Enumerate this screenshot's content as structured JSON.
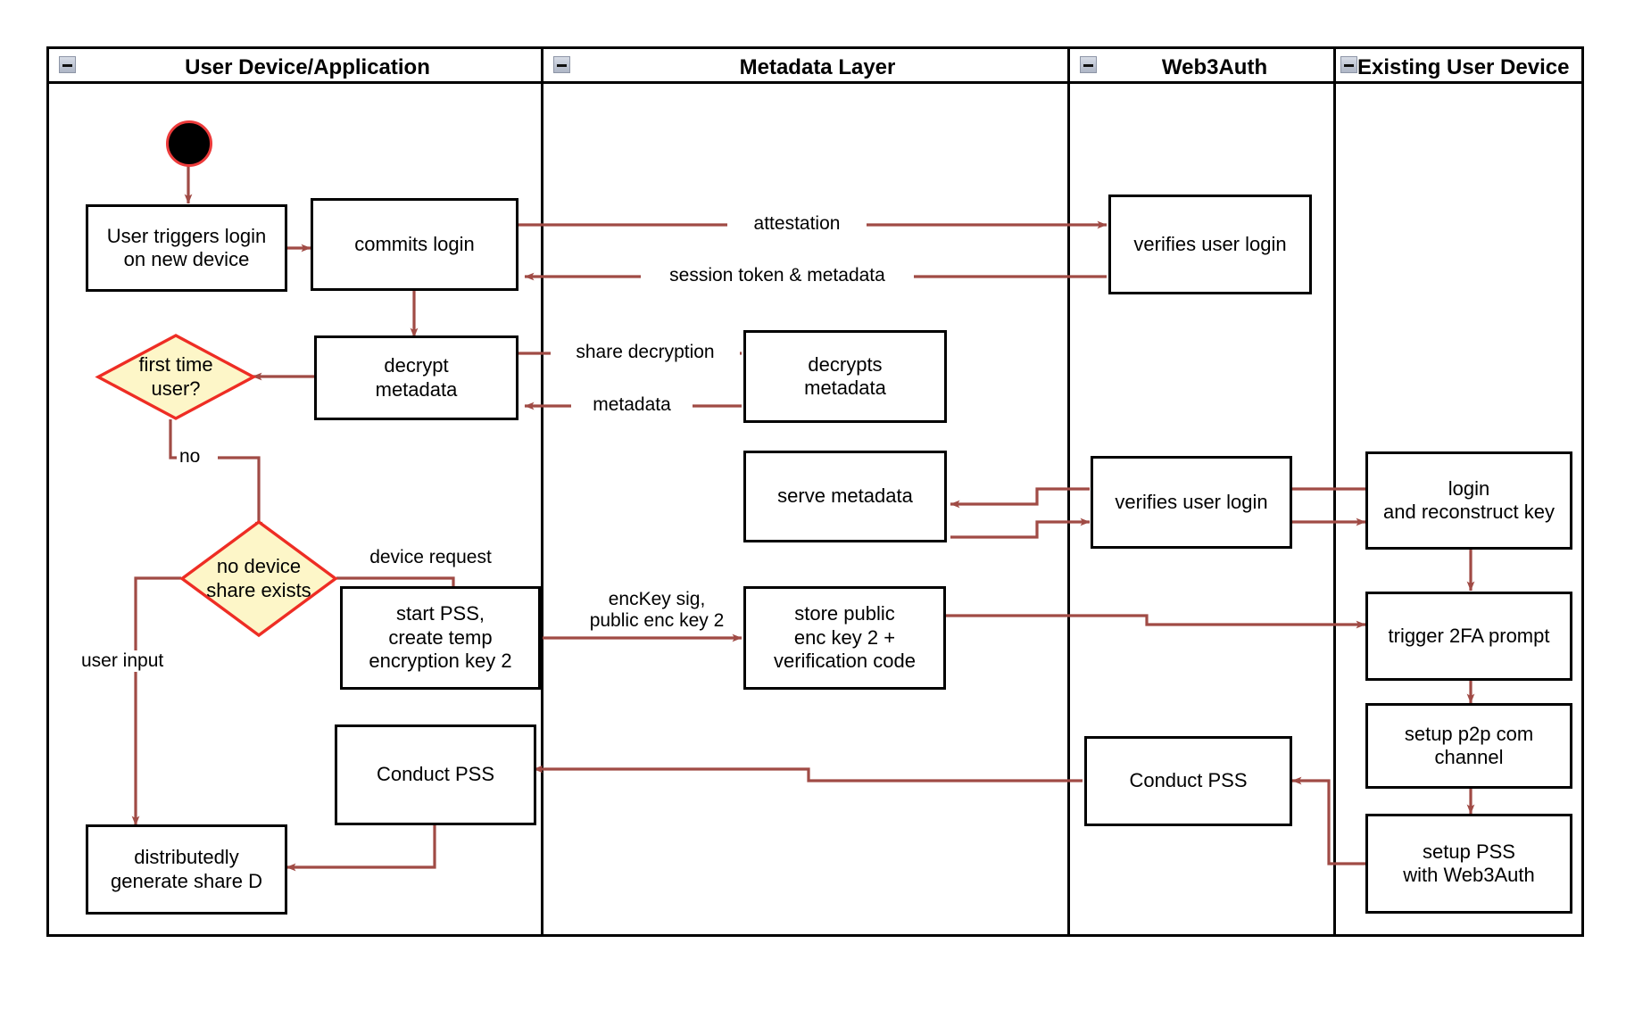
{
  "diagram": {
    "title": "Web3Auth new-device login activity diagram",
    "accent_color": "#a04b45",
    "decision_fill": "#fdf6c8",
    "decision_stroke": "#ee2d24",
    "start_node_stroke": "#ec3b3b",
    "lane_border_color": "#000000"
  },
  "lanes": [
    {
      "id": "user-device",
      "label": "User Device/Application",
      "collapse_icon": "minus-icon"
    },
    {
      "id": "metadata-layer",
      "label": "Metadata Layer",
      "collapse_icon": "minus-icon"
    },
    {
      "id": "web3auth",
      "label": "Web3Auth",
      "collapse_icon": "minus-icon"
    },
    {
      "id": "existing-user-device",
      "label": "Existing User Device",
      "collapse_icon": "minus-icon"
    }
  ],
  "nodes": [
    {
      "id": "start",
      "type": "start",
      "label": ""
    },
    {
      "id": "user-triggers-login",
      "type": "action",
      "lane": "user-device",
      "label": "User triggers login\non new device"
    },
    {
      "id": "commits-login",
      "type": "action",
      "lane": "user-device",
      "label": "commits login"
    },
    {
      "id": "verifies-user-login-1",
      "type": "action",
      "lane": "web3auth",
      "label": "verifies user login"
    },
    {
      "id": "first-time-user",
      "type": "decision",
      "lane": "user-device",
      "label": "first time\nuser?"
    },
    {
      "id": "decrypt-metadata",
      "type": "action",
      "lane": "user-device",
      "label": "decrypt\nmetadata"
    },
    {
      "id": "decrypts-metadata",
      "type": "action",
      "lane": "metadata-layer",
      "label": "decrypts\nmetadata"
    },
    {
      "id": "serve-metadata",
      "type": "action",
      "lane": "metadata-layer",
      "label": "serve metadata"
    },
    {
      "id": "verifies-user-login-2",
      "type": "action",
      "lane": "web3auth",
      "label": "verifies user login"
    },
    {
      "id": "login-and-reconstruct-key",
      "type": "action",
      "lane": "existing-user-device",
      "label": "login\nand reconstruct key"
    },
    {
      "id": "no-device-share-exists",
      "type": "decision",
      "lane": "user-device",
      "label": "no device\nshare exists"
    },
    {
      "id": "start-pss-create-temp-key",
      "type": "action",
      "lane": "user-device",
      "label": "start PSS,\ncreate temp\nencryption key 2"
    },
    {
      "id": "store-public-enc-key",
      "type": "action",
      "lane": "metadata-layer",
      "label": "store public\nenc key 2 +\nverification code"
    },
    {
      "id": "trigger-2fa-prompt",
      "type": "action",
      "lane": "existing-user-device",
      "label": "trigger 2FA prompt"
    },
    {
      "id": "setup-p2p-com-channel",
      "type": "action",
      "lane": "existing-user-device",
      "label": "setup p2p com\nchannel"
    },
    {
      "id": "conduct-pss-user",
      "type": "action",
      "lane": "user-device",
      "label": "Conduct PSS"
    },
    {
      "id": "conduct-pss-web3auth",
      "type": "action",
      "lane": "web3auth",
      "label": "Conduct PSS"
    },
    {
      "id": "setup-pss-with-web3auth",
      "type": "action",
      "lane": "existing-user-device",
      "label": "setup PSS\nwith Web3Auth"
    },
    {
      "id": "distributedly-generate-share-d",
      "type": "action",
      "lane": "user-device",
      "label": "distributedly\ngenerate share D"
    }
  ],
  "edge_labels": [
    {
      "id": "attestation",
      "text": "attestation"
    },
    {
      "id": "session-token-metadata",
      "text": "session token & metadata"
    },
    {
      "id": "share-decryption",
      "text": "share decryption"
    },
    {
      "id": "metadata",
      "text": "metadata"
    },
    {
      "id": "no",
      "text": "no"
    },
    {
      "id": "device-request",
      "text": "device request"
    },
    {
      "id": "user-input",
      "text": "user input"
    },
    {
      "id": "enckey-sig",
      "text": "encKey sig,\npublic enc key 2"
    }
  ]
}
